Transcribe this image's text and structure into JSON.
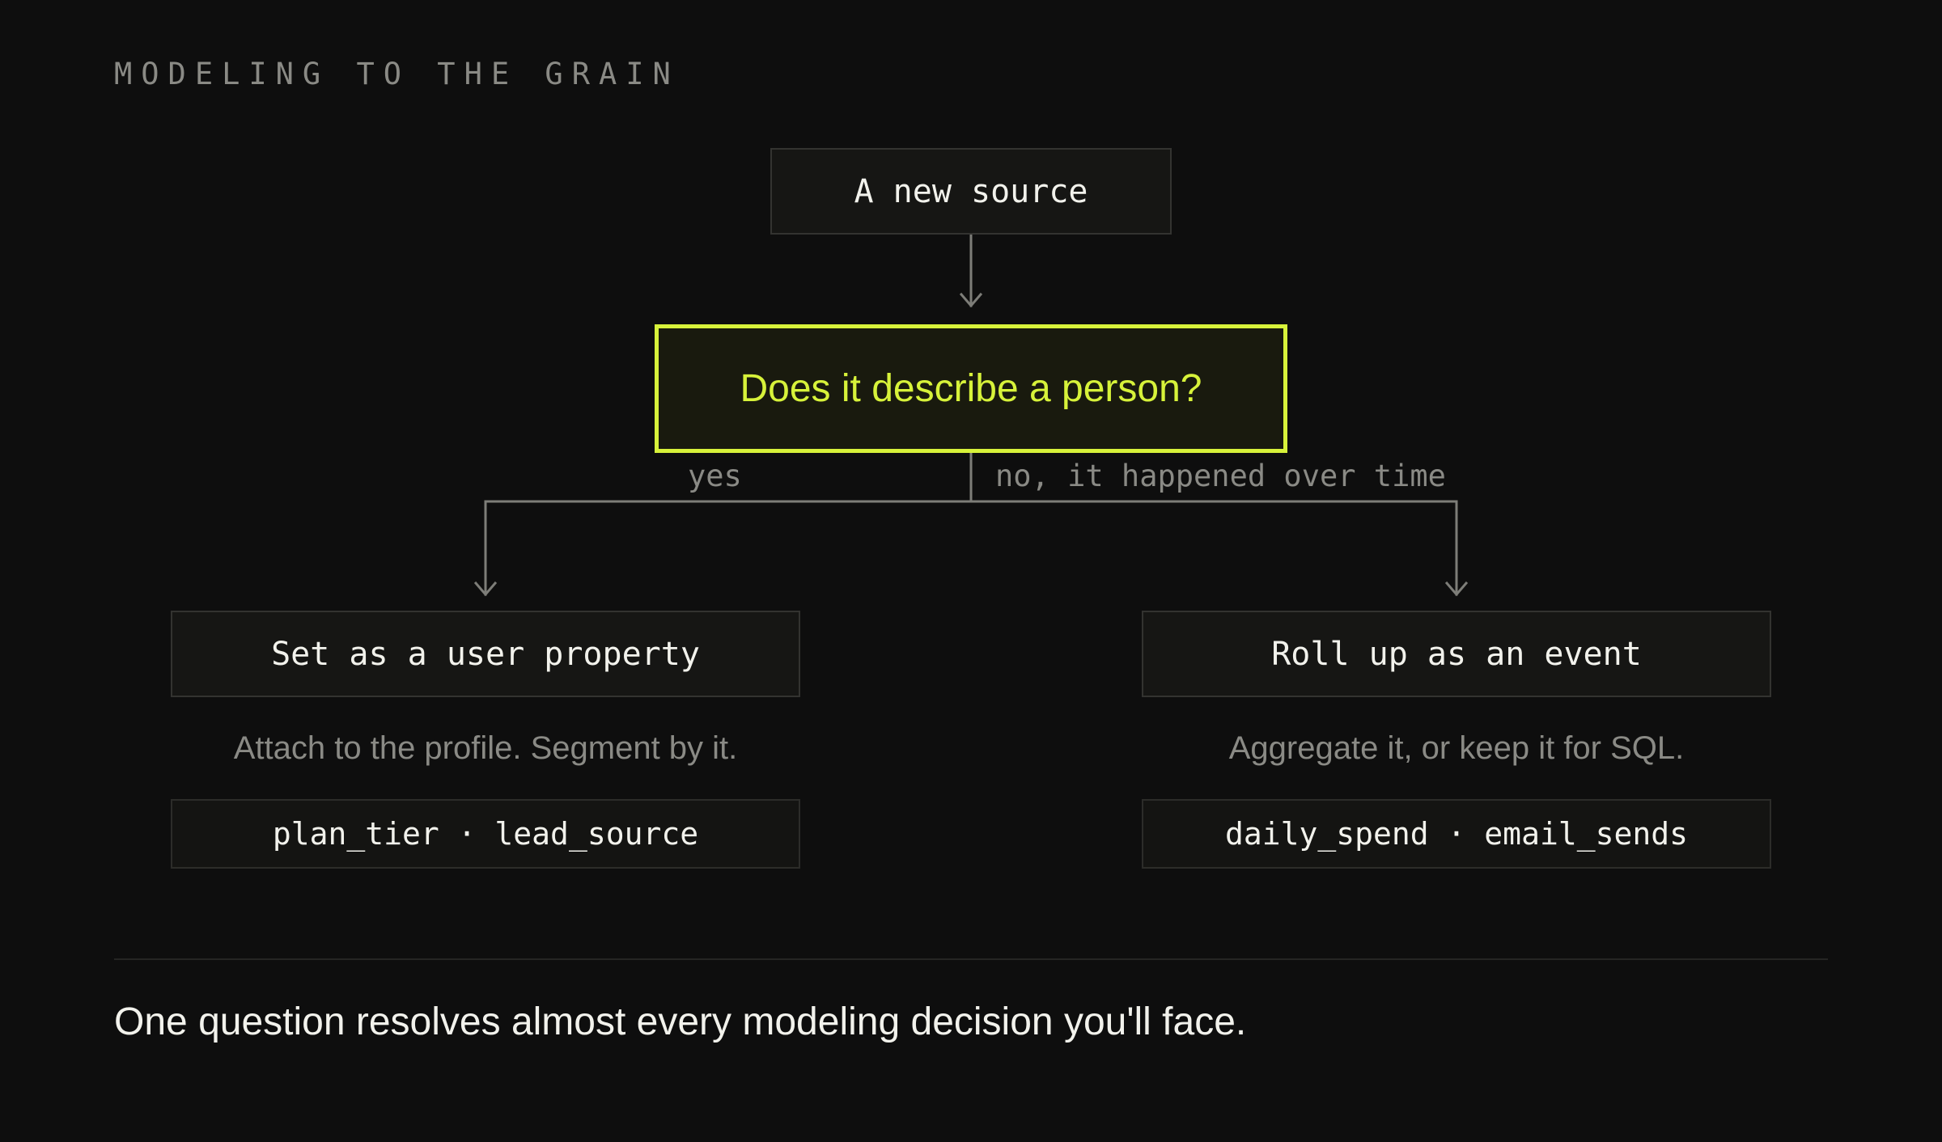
{
  "header": {
    "eyebrow": "MODELING TO THE GRAIN"
  },
  "diagram": {
    "start": "A new source",
    "question": "Does it describe a person?",
    "branches": {
      "yes": {
        "label": "yes",
        "result": "Set as a user property",
        "description": "Attach to the profile. Segment by it.",
        "examples": "plan_tier · lead_source"
      },
      "no": {
        "label": "no, it happened over time",
        "result": "Roll up as an event",
        "description": "Aggregate it, or keep it for SQL.",
        "examples": "daily_spend · email_sends"
      }
    }
  },
  "footer": {
    "takeaway": "One question resolves almost every modeling decision you'll face."
  },
  "colors": {
    "background": "#0e0e0e",
    "accent": "#d7f23a",
    "muted_text": "#8a8a85",
    "primary_text": "#f2f2ec",
    "connector": "#7d7d78"
  }
}
